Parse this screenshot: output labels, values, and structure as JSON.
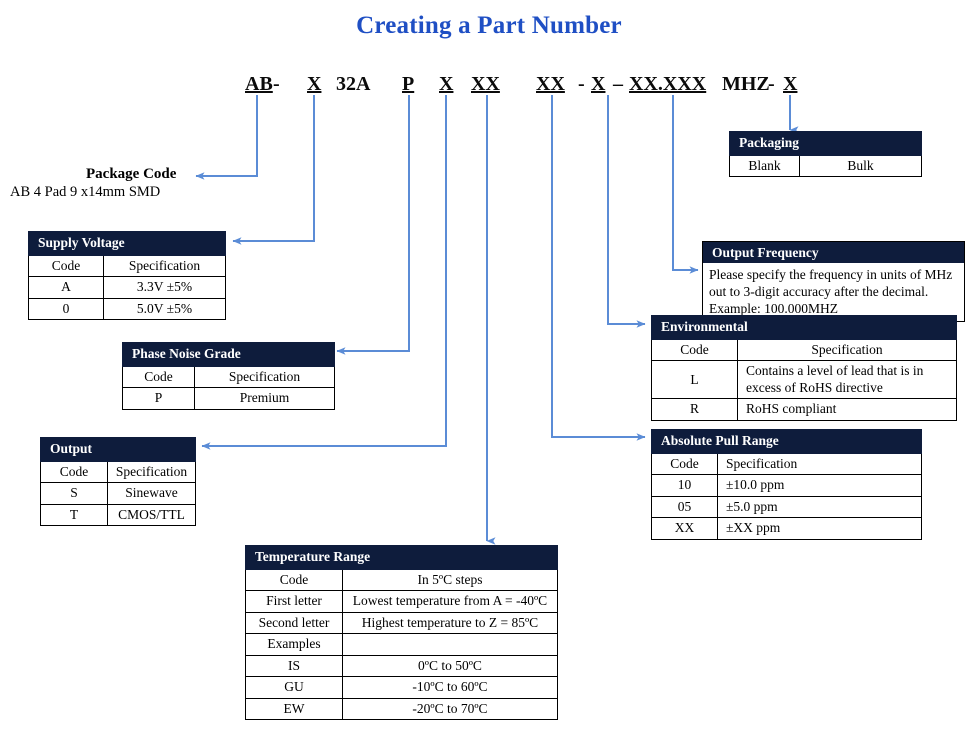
{
  "title": "Creating a Part Number",
  "colors": {
    "title": "#1f4fc4",
    "table_header_bg": "#0e1c3c",
    "connector": "#5b8cd6",
    "text": "#000000"
  },
  "part_number": {
    "tokens": [
      {
        "text": "AB",
        "underline": true
      },
      {
        "text": "-",
        "underline": false
      },
      {
        "text": "X",
        "underline": true
      },
      {
        "text": "32A",
        "underline": false
      },
      {
        "text": "P",
        "underline": true
      },
      {
        "text": "X",
        "underline": true
      },
      {
        "text": "XX",
        "underline": true
      },
      {
        "text": "XX",
        "underline": true
      },
      {
        "text": "-",
        "underline": false
      },
      {
        "text": "X",
        "underline": true
      },
      {
        "text": "–",
        "underline": false
      },
      {
        "text": "XX.XXX",
        "underline": true
      },
      {
        "text": "MHZ",
        "underline": false
      },
      {
        "text": "-",
        "underline": false
      },
      {
        "text": "X",
        "underline": true
      }
    ]
  },
  "package_code": {
    "label": "Package Code",
    "description": "AB 4 Pad 9 x14mm SMD"
  },
  "tables": {
    "supply_voltage": {
      "header": "Supply Voltage",
      "columns": [
        "Code",
        "Specification"
      ],
      "rows": [
        [
          "A",
          "3.3V ±5%"
        ],
        [
          "0",
          "5.0V ±5%"
        ]
      ]
    },
    "phase_noise_grade": {
      "header": "Phase Noise Grade",
      "columns": [
        "Code",
        "Specification"
      ],
      "rows": [
        [
          "P",
          "Premium"
        ]
      ]
    },
    "output": {
      "header": "Output",
      "columns": [
        "Code",
        "Specification"
      ],
      "rows": [
        [
          "S",
          "Sinewave"
        ],
        [
          "T",
          "CMOS/TTL"
        ]
      ]
    },
    "temperature_range": {
      "header": "Temperature Range",
      "columns": [
        "Code",
        "In 5ºC steps"
      ],
      "rows": [
        [
          "First letter",
          "Lowest temperature from A = -40ºC"
        ],
        [
          "Second  letter",
          "Highest temperature to Z = 85ºC"
        ],
        [
          "Examples",
          ""
        ],
        [
          "IS",
          "0ºC to 50ºC"
        ],
        [
          "GU",
          "-10ºC to 60ºC"
        ],
        [
          "EW",
          "-20ºC to 70ºC"
        ]
      ]
    },
    "packaging": {
      "header": "Packaging",
      "rows": [
        [
          "Blank",
          "Bulk"
        ]
      ]
    },
    "output_frequency": {
      "header": "Output Frequency",
      "body_lines": [
        "Please specify the frequency in units of MHz",
        "out to 3-digit accuracy after the decimal.",
        "Example: 100.000MHZ"
      ]
    },
    "environmental": {
      "header": "Environmental",
      "columns": [
        "Code",
        "Specification"
      ],
      "rows": [
        [
          "L",
          "Contains a level of lead that is in excess of RoHS directive"
        ],
        [
          "R",
          "RoHS compliant"
        ]
      ]
    },
    "absolute_pull_range": {
      "header": "Absolute Pull Range",
      "columns": [
        "Code",
        "Specification"
      ],
      "rows": [
        [
          "10",
          "±10.0 ppm"
        ],
        [
          "05",
          "±5.0 ppm"
        ],
        [
          "XX",
          "±XX ppm"
        ]
      ]
    }
  }
}
